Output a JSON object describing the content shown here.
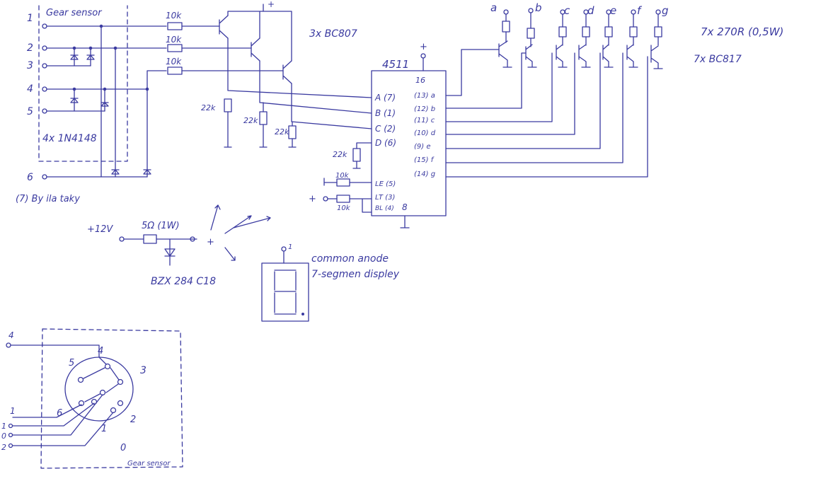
{
  "gear_sensor": {
    "title": "Gear sensor",
    "pins": [
      "1",
      "2",
      "3",
      "4",
      "5",
      "6"
    ],
    "diodes_label": "4x 1N4148",
    "pin7_note": "(7) By ila taky"
  },
  "resistors_10k": [
    "10k",
    "10k",
    "10k"
  ],
  "transistors_pnp": "3x BC807",
  "pulldowns_22k": [
    "22k",
    "22k",
    "22k",
    "22k"
  ],
  "supply_plus": "+",
  "ic": {
    "name": "4511",
    "pin16": "16",
    "inputs": [
      "A (7)",
      "B (1)",
      "C (2)",
      "D (6)",
      "LE (5)",
      "LT (3)",
      "BL (4)"
    ],
    "outputs": [
      "(13) a",
      "(12) b",
      "(11) c",
      "(10) d",
      "(9) e",
      "(15) f",
      "(14) g"
    ],
    "pin8": "8",
    "le_res": "10k",
    "lt_res": "10k",
    "lt_plus": "+"
  },
  "segments": [
    "a",
    "b",
    "c",
    "d",
    "e",
    "f",
    "g"
  ],
  "seg_res": "7x 270R (0,5W)",
  "seg_trans": "7x BC817",
  "regulator": {
    "input": "+12V",
    "resistor": "5Ω (1W)",
    "zener": "BZX 284 C18",
    "output": "+"
  },
  "display": {
    "pin_label": "1",
    "caption_line1": "common anode",
    "caption_line2": "7-segmen displey"
  },
  "connector": {
    "top_label": "4",
    "pin_labels": [
      "5",
      "4",
      "3",
      "6",
      "1",
      "2",
      "0"
    ],
    "left_labels": [
      "1",
      "1",
      "0",
      "2"
    ],
    "caption": "Gear sensor"
  }
}
